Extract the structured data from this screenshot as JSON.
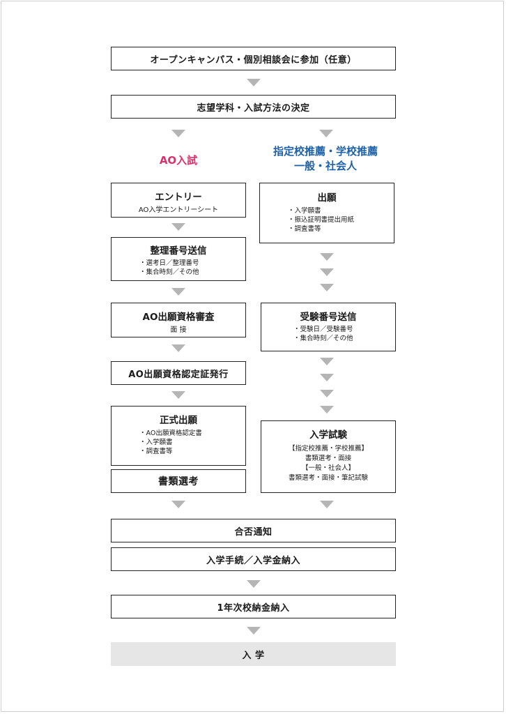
{
  "steps": {
    "open_campus": "オープンキャンパス・個別相談会に参加（任意）",
    "decide": "志望学科・入試方法の決定",
    "result": "合否通知",
    "procedure": "入学手続／入学金納入",
    "first_year_fee": "1年次校納金納入",
    "enroll": "入 学"
  },
  "ao": {
    "heading": "AO入試",
    "entry": {
      "title": "エントリー",
      "sub": "AO入学エントリーシート"
    },
    "number_send": {
      "title": "整理番号送信",
      "items": [
        "選考日／整理番号",
        "集合時刻／その他"
      ]
    },
    "review": {
      "title": "AO出願資格審査",
      "sub": "面 接"
    },
    "certificate": "AO出願資格認定証発行",
    "formal": {
      "title": "正式出願",
      "items": [
        "AO出願資格認定書",
        "入学願書",
        "調査書等"
      ]
    },
    "screening": "書類選考"
  },
  "recommend": {
    "heading_line1": "指定校推薦・学校推薦",
    "heading_line2": "一般・社会人",
    "apply": {
      "title": "出願",
      "items": [
        "入学願書",
        "振込証明書提出用紙",
        "調査書等"
      ]
    },
    "exam_number": {
      "title": "受験番号送信",
      "items": [
        "受験日／受験番号",
        "集合時刻／その他"
      ]
    },
    "exam": {
      "title": "入学試験",
      "lines": [
        "【指定校推薦・学校推薦】",
        "書類選考・面接",
        "【一般・社会人】",
        "書類選考・面接・筆記試験"
      ]
    }
  }
}
